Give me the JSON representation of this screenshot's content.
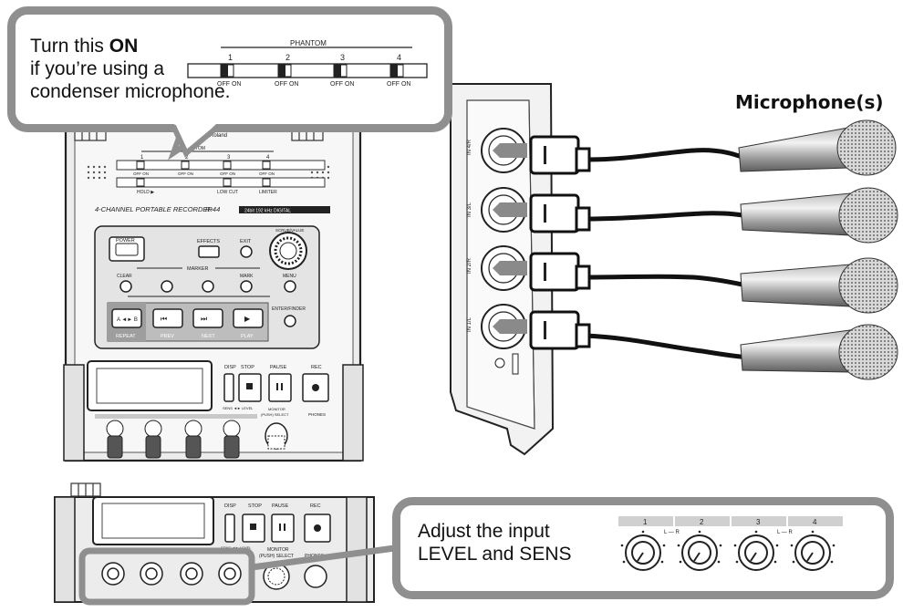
{
  "phantom_callout": {
    "line1_prefix": "Turn this ",
    "line1_bold": "ON",
    "line2": "if you’re using a",
    "line3": "condenser microphone.",
    "switch_panel": {
      "title": "PHANTOM",
      "channels": [
        "1",
        "2",
        "3",
        "4"
      ],
      "off_on_label": "OFF  ON"
    }
  },
  "microphones_label": "Microphone(s)",
  "recorder": {
    "brand": "by Roland",
    "model_text": "4-CHANNEL PORTABLE RECORDER",
    "model_code": "R-44",
    "badge": "24bit 192 kHz DIGITAL",
    "phantom_title": "PHANTOM",
    "phantom_channels": [
      "1",
      "2",
      "3",
      "4"
    ],
    "off_on": "OFF ON",
    "switch_labels": [
      "HOLD ▶",
      "LOW CUT",
      "LIMITER"
    ],
    "buttons": {
      "power": "POWER",
      "effects": "EFFECTS",
      "exit": "EXIT",
      "scrub": "SCRUB/VALUE",
      "marker": "MARKER",
      "clear": "CLEAR",
      "mark": "MARK",
      "menu": "MENU",
      "enter": "ENTER/FINDER",
      "repeat_symbol": "A ◄► B",
      "repeat": "REPEAT",
      "prev": "PREV",
      "next": "NEXT",
      "play": "PLAY",
      "disp": "DISP",
      "stop": "STOP",
      "pause": "PAUSE",
      "rec": "REC",
      "sens_level": "SENS ◄► LEVEL",
      "monitor": "MONITOR",
      "push_select": "(PUSH) SELECT",
      "phones": "PHONES"
    },
    "inputs": [
      "IN 4/R",
      "IN 3/L",
      "IN 2/R",
      "IN 1/L"
    ]
  },
  "level_callout": {
    "line1": "Adjust the input",
    "line2": "LEVEL and SENS",
    "knob_channels": [
      "1",
      "2",
      "3",
      "4"
    ],
    "pair_label": "L — R"
  }
}
